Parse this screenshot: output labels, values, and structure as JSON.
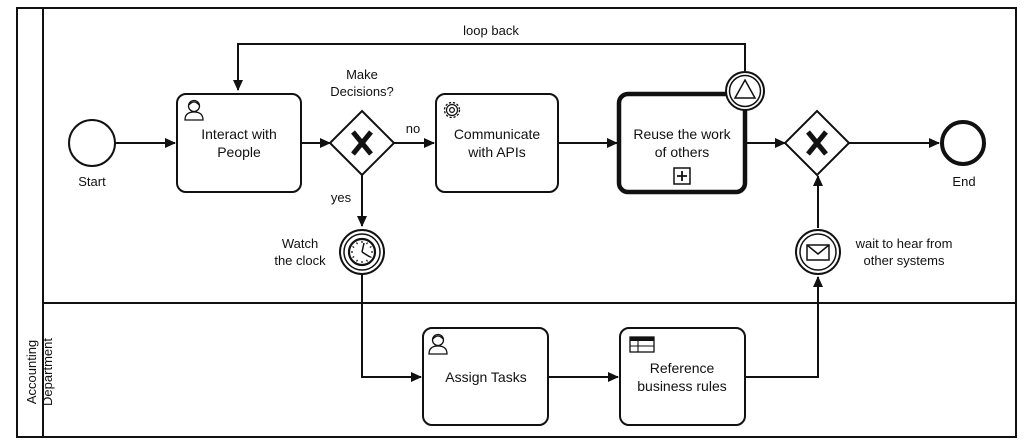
{
  "pool": {
    "lanes": [
      {
        "id": "top",
        "label": ""
      },
      {
        "id": "accounting",
        "label_lines": [
          "Accounting",
          "Department"
        ]
      }
    ]
  },
  "events": {
    "start": {
      "label": "Start"
    },
    "end": {
      "label": "End"
    },
    "timer": {
      "label_lines": [
        "Watch",
        "the clock"
      ]
    },
    "message": {
      "label_lines": [
        "wait to hear from",
        "other systems"
      ]
    }
  },
  "tasks": {
    "interact": {
      "lines": [
        "Interact with",
        "People"
      ],
      "type": "user-task",
      "icon": "person-icon"
    },
    "communicate": {
      "lines": [
        "Communicate",
        "with APIs"
      ],
      "type": "service-task",
      "icon": "gear-icon"
    },
    "reuse": {
      "lines": [
        "Reuse the work",
        "of others"
      ],
      "type": "call-activity",
      "icon": "plus-square-icon"
    },
    "assign": {
      "lines": [
        "Assign Tasks"
      ],
      "type": "user-task",
      "icon": "person-icon"
    },
    "reference": {
      "lines": [
        "Reference",
        "business rules"
      ],
      "type": "business-rule-task",
      "icon": "table-icon"
    }
  },
  "gateways": {
    "decision": {
      "label_lines": [
        "Make",
        "Decisions?"
      ]
    },
    "merge": {
      "label": ""
    }
  },
  "flows": {
    "loop_back": "loop back",
    "no": "no",
    "yes": "yes"
  }
}
